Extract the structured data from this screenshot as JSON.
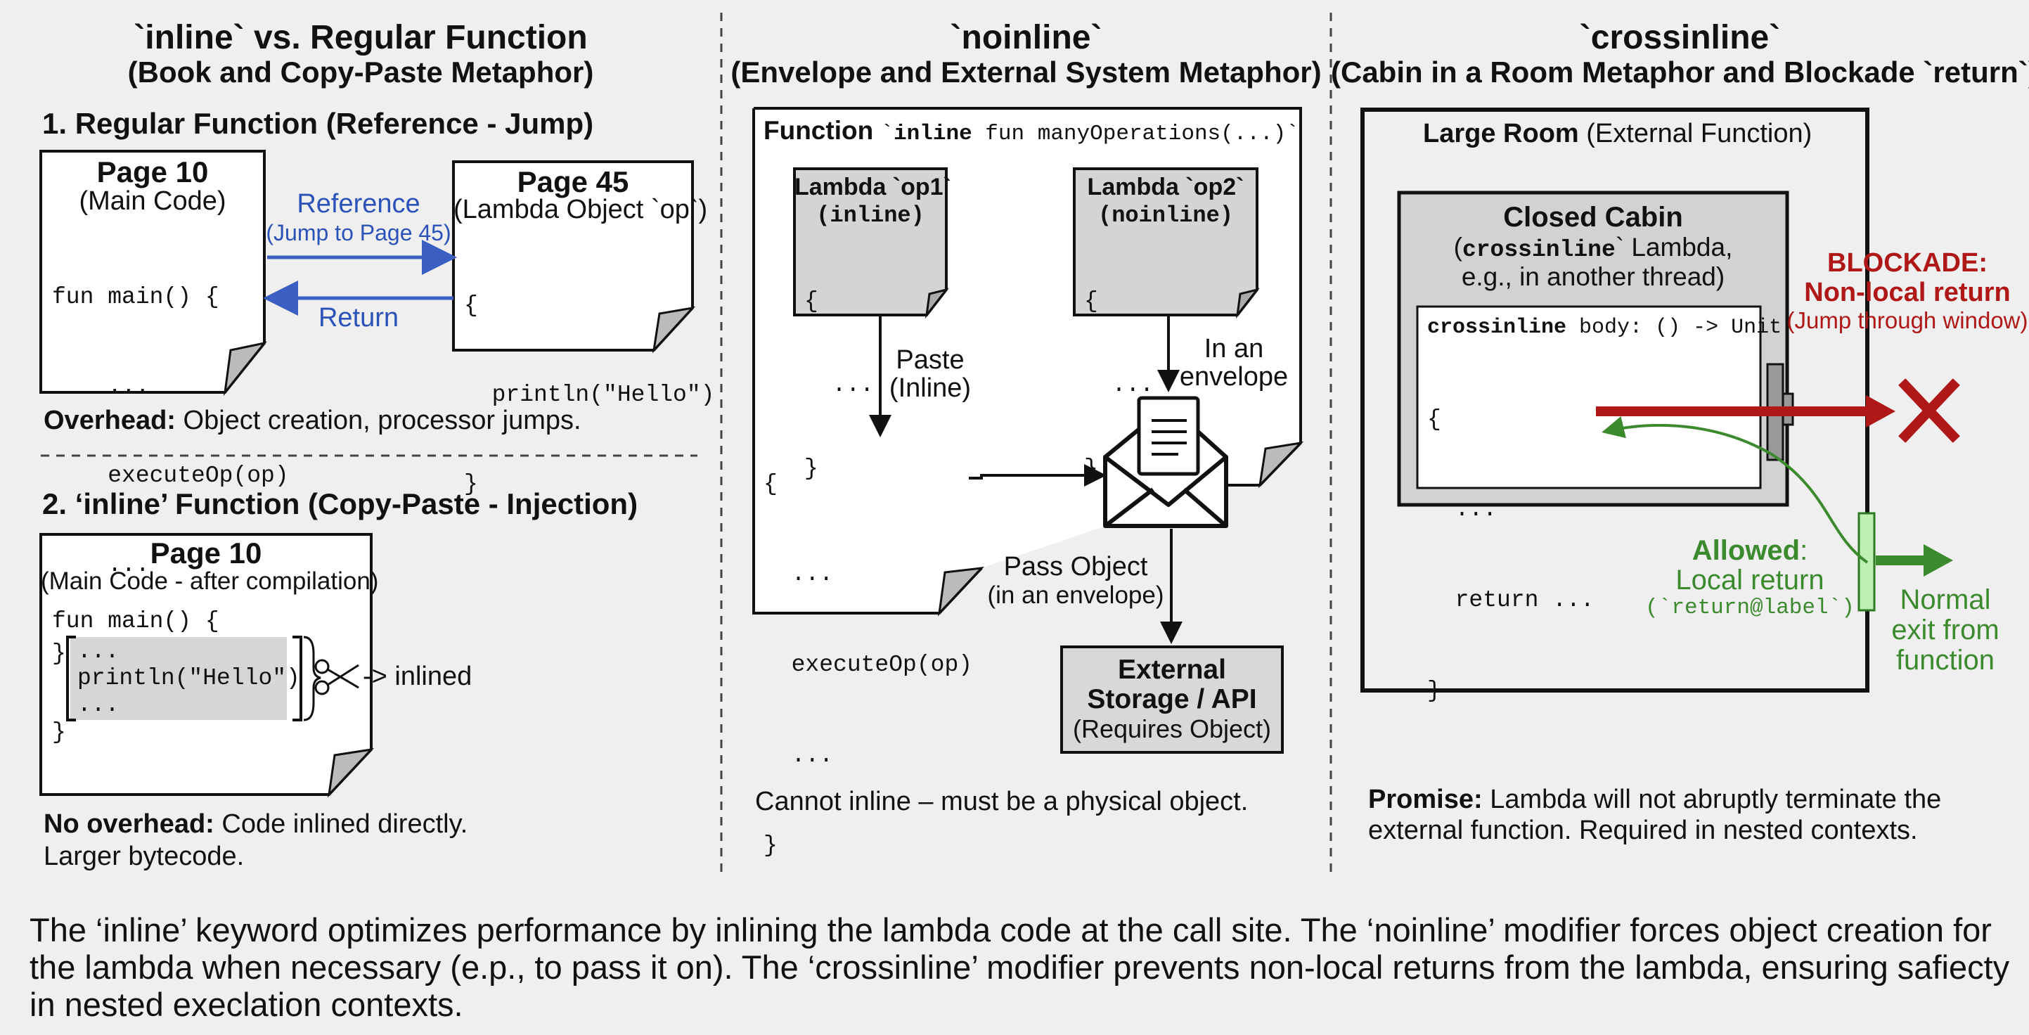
{
  "panel1": {
    "title": "`inline` vs. Regular Function",
    "subtitle": "(Book and Copy-Paste Metaphor)",
    "section1": "1. Regular Function (Reference - Jump)",
    "page10_title": "Page 10",
    "page10_sub": "(Main Code)",
    "page10_code": [
      "fun main() {",
      "    ...",
      "    executeOp(op)",
      "    ...",
      "}"
    ],
    "page45_title": "Page 45",
    "page45_sub": "(Lambda Object `op`)",
    "page45_code": [
      "{",
      "  println(\"Hello\")",
      "}"
    ],
    "reference_label": "Reference",
    "reference_sub": "(Jump to Page 45)",
    "return_label": "Return",
    "overhead_bold": "Overhead:",
    "overhead_text": "Object creation, processor jumps.",
    "section2": "2. ‘inline’ Function (Copy-Paste - Injection)",
    "page10b_title": "Page 10",
    "page10b_sub": "(Main Code - after compilation)",
    "page10b_code_open": "fun main() {",
    "page10b_code_inner": [
      "...",
      "println(\"Hello\")",
      "..."
    ],
    "page10b_code_close": "}",
    "inlined_label": "-> inlined",
    "no_overhead_bold": "No overhead:",
    "no_overhead_text": "Code inlined directly.",
    "no_overhead_line2": "Larger bytecode."
  },
  "panel2": {
    "title": "`noinline`",
    "subtitle": "(Envelope and External System Metaphor)",
    "function_bold": "Function",
    "function_code_open": "`",
    "function_code": "inline",
    "function_code_rest": " fun manyOperations(...)`",
    "lambda1_title": "Lambda `op1`",
    "lambda1_sub": "(inline)",
    "lambda2_title": "Lambda `op2`",
    "lambda2_sub": "(noinline)",
    "lambda_code": [
      "{",
      "  ...",
      "}"
    ],
    "paste_label": "Paste",
    "paste_sub": "(Inline)",
    "envelope_label": "In an",
    "envelope_label2": "envelope",
    "body_code": [
      "{",
      "  ...",
      "  executeOp(op)",
      "  ...",
      "}"
    ],
    "pass_label": "Pass Object",
    "pass_sub": "(in an envelope)",
    "storage_title": "External",
    "storage_title2": "Storage / API",
    "storage_sub": "(Requires Object)",
    "note": "Cannot inline – must be a physical object."
  },
  "panel3": {
    "title": "`crossinline`",
    "subtitle": "(Cabin in a Room Metaphor and Blockade `return`)",
    "room_bold": "Large Room",
    "room_text": " (External Function)",
    "cabin_title": "Closed Cabin",
    "cabin_sub_open": "(",
    "cabin_sub_code": "crossinline",
    "cabin_sub_rest": "` Lambda,",
    "cabin_sub2": "e.g., in another thread)",
    "body_code_head": "crossinline",
    "body_code_head_rest": " body: () -> Unit",
    "body_code": [
      "{",
      "  ...",
      "  return ...",
      "}"
    ],
    "blockade_title": "BLOCKADE:",
    "blockade_sub": "Non-local return",
    "blockade_note": "(Jump through window)",
    "allowed_bold": "Allowed",
    "allowed_colon": ":",
    "allowed_text": "Local return",
    "allowed_code": "(`return@label`)",
    "exit_label": [
      "Normal",
      "exit from",
      "function"
    ],
    "promise_bold": "Promise:",
    "promise_text": "Lambda will not abruptly terminate the",
    "promise_line2": "external function. Required in nested contexts."
  },
  "caption": "The ‘inline’ keyword optimizes performance by inlining the lambda code at the call site. The ‘noinline’ modifier forces object creation for the lambda when necessary (e.p., to pass it on). The ‘crossinline’ modifier prevents non-local returns from the lambda, ensuring safiecty in nested execlation contexts.",
  "colors": {
    "blue_arrow": "#3a5fc0",
    "red_blockade": "#b01818",
    "green_allowed": "#3b8a2e",
    "paper": "#ffffff",
    "lambda_box": "#d4d4d4",
    "cabin": "#d2d2d2"
  },
  "icons": [
    "envelope-icon",
    "scissors-icon",
    "cross-icon"
  ]
}
